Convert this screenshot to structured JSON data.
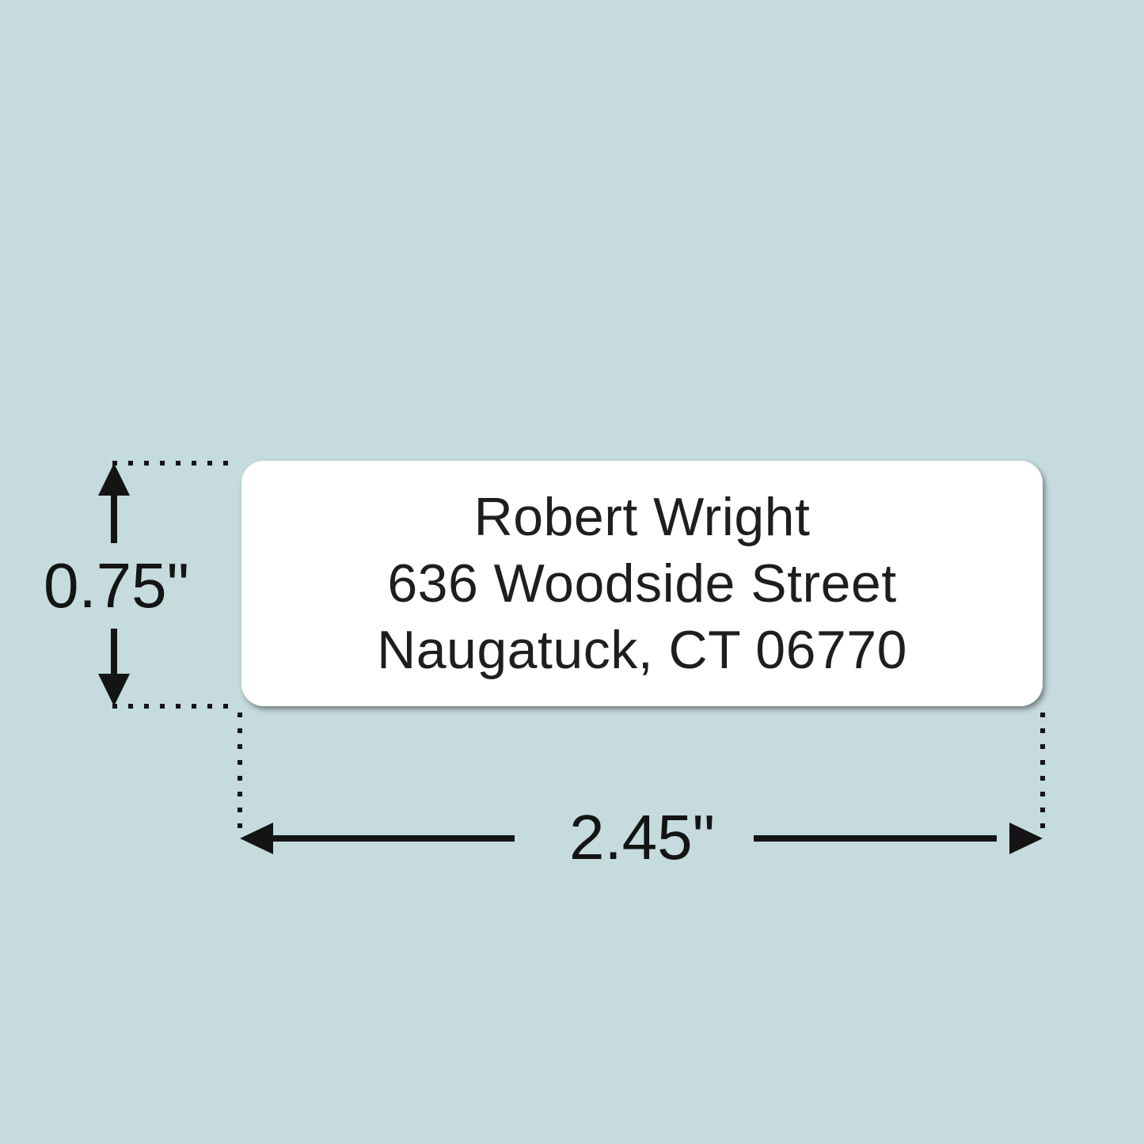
{
  "label": {
    "lines": [
      "Robert Wright",
      "636 Woodside Street",
      "Naugatuck, CT 06770"
    ]
  },
  "dimensions": {
    "height_label": "0.75\"",
    "width_label": "2.45\""
  },
  "colors": {
    "background": "#c5dbde",
    "label_background": "#ffffff",
    "annotation": "#141414",
    "address_text": "#1e1e1e"
  }
}
